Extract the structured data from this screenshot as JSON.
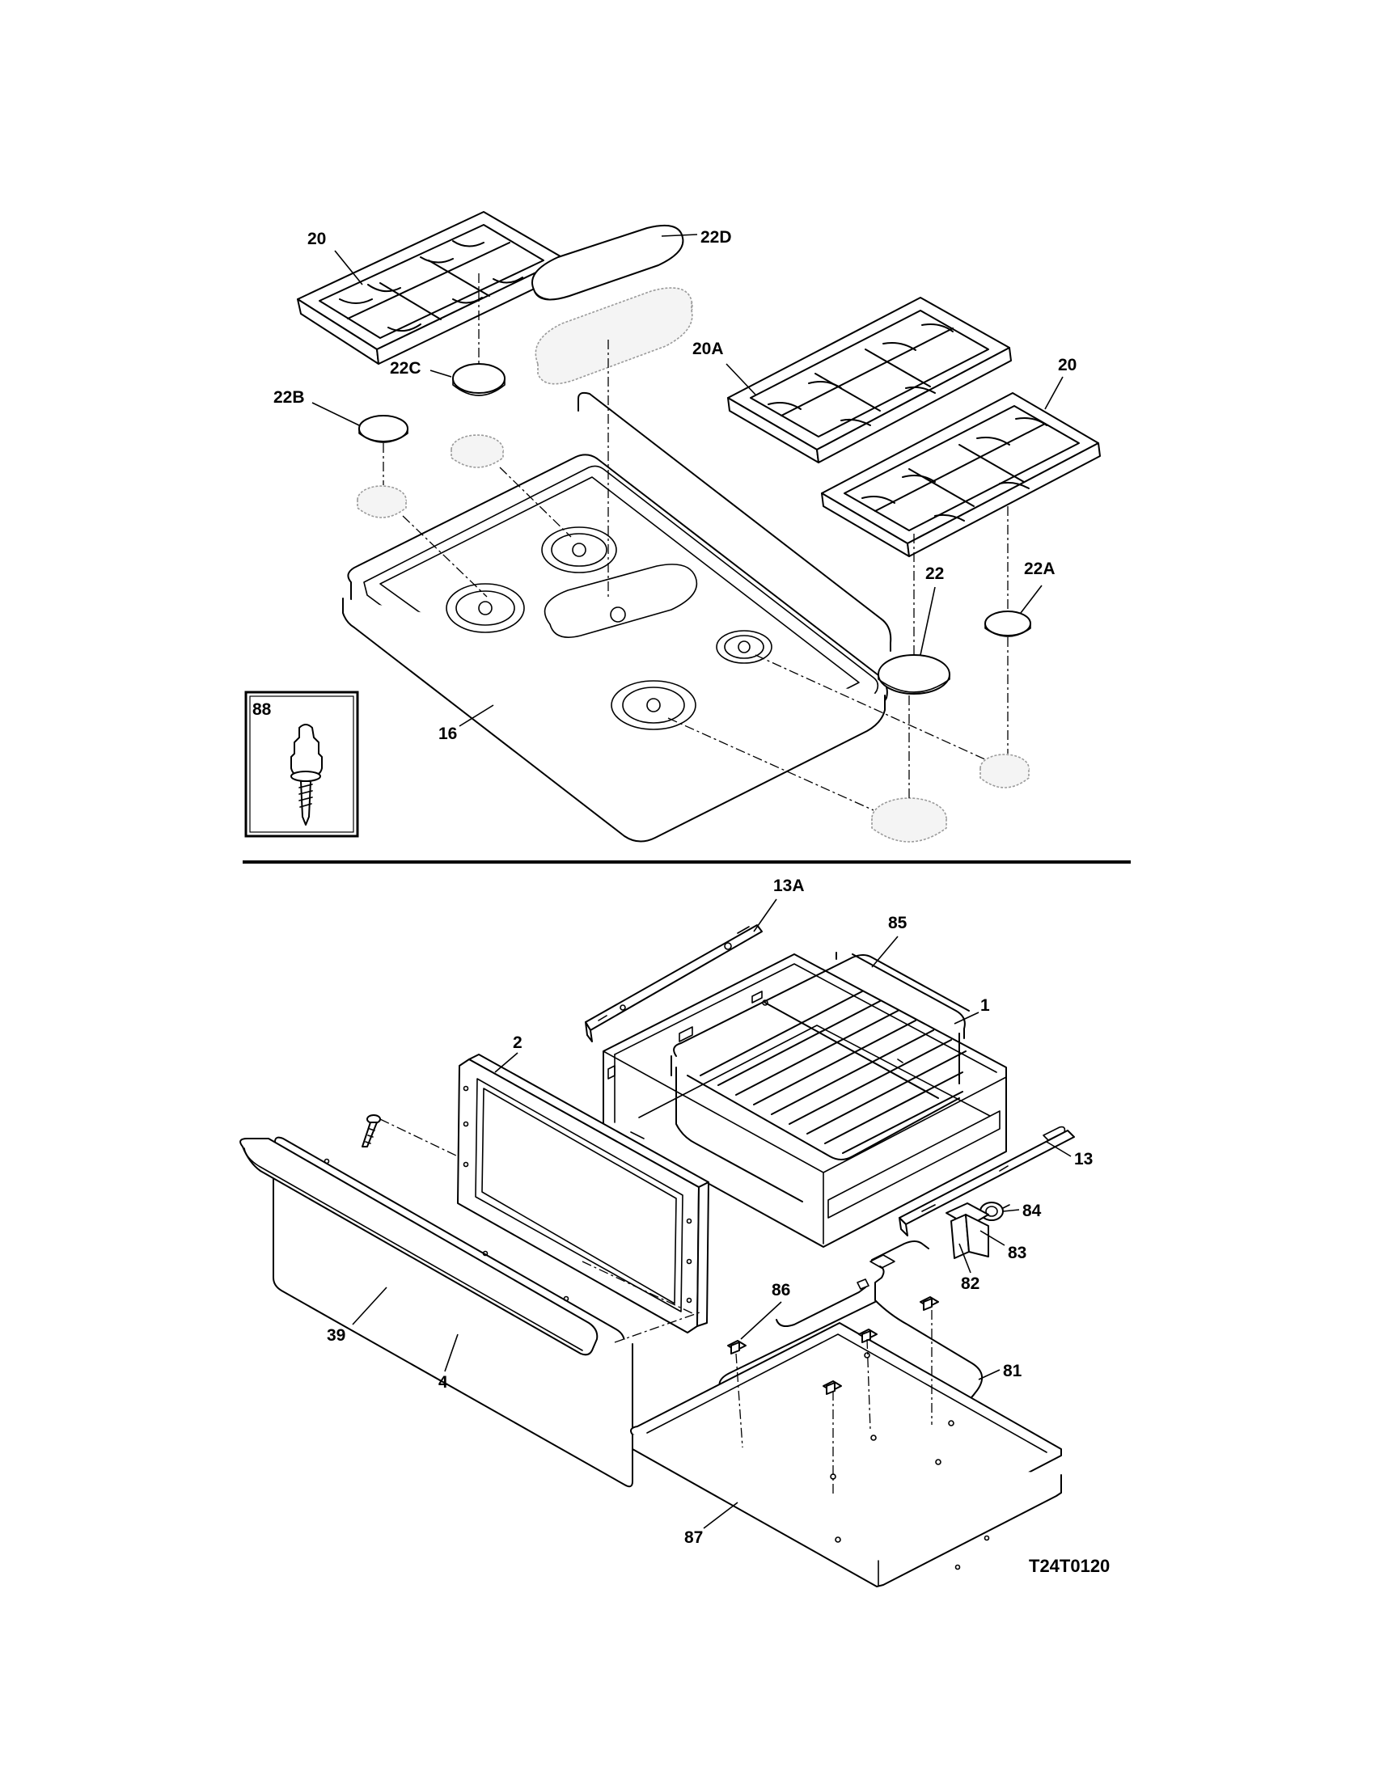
{
  "drawing_number": "T24T0120",
  "callouts": {
    "c20_left": "20",
    "c22D": "22D",
    "c22C": "22C",
    "c22B": "22B",
    "c20A": "20A",
    "c20_right": "20",
    "c22": "22",
    "c22A": "22A",
    "c16": "16",
    "c88": "88",
    "c13A": "13A",
    "c85": "85",
    "c1": "1",
    "c2": "2",
    "c13": "13",
    "c84": "84",
    "c83": "83",
    "c82": "82",
    "c86": "86",
    "c81": "81",
    "c39": "39",
    "c4": "4",
    "c87": "87"
  }
}
